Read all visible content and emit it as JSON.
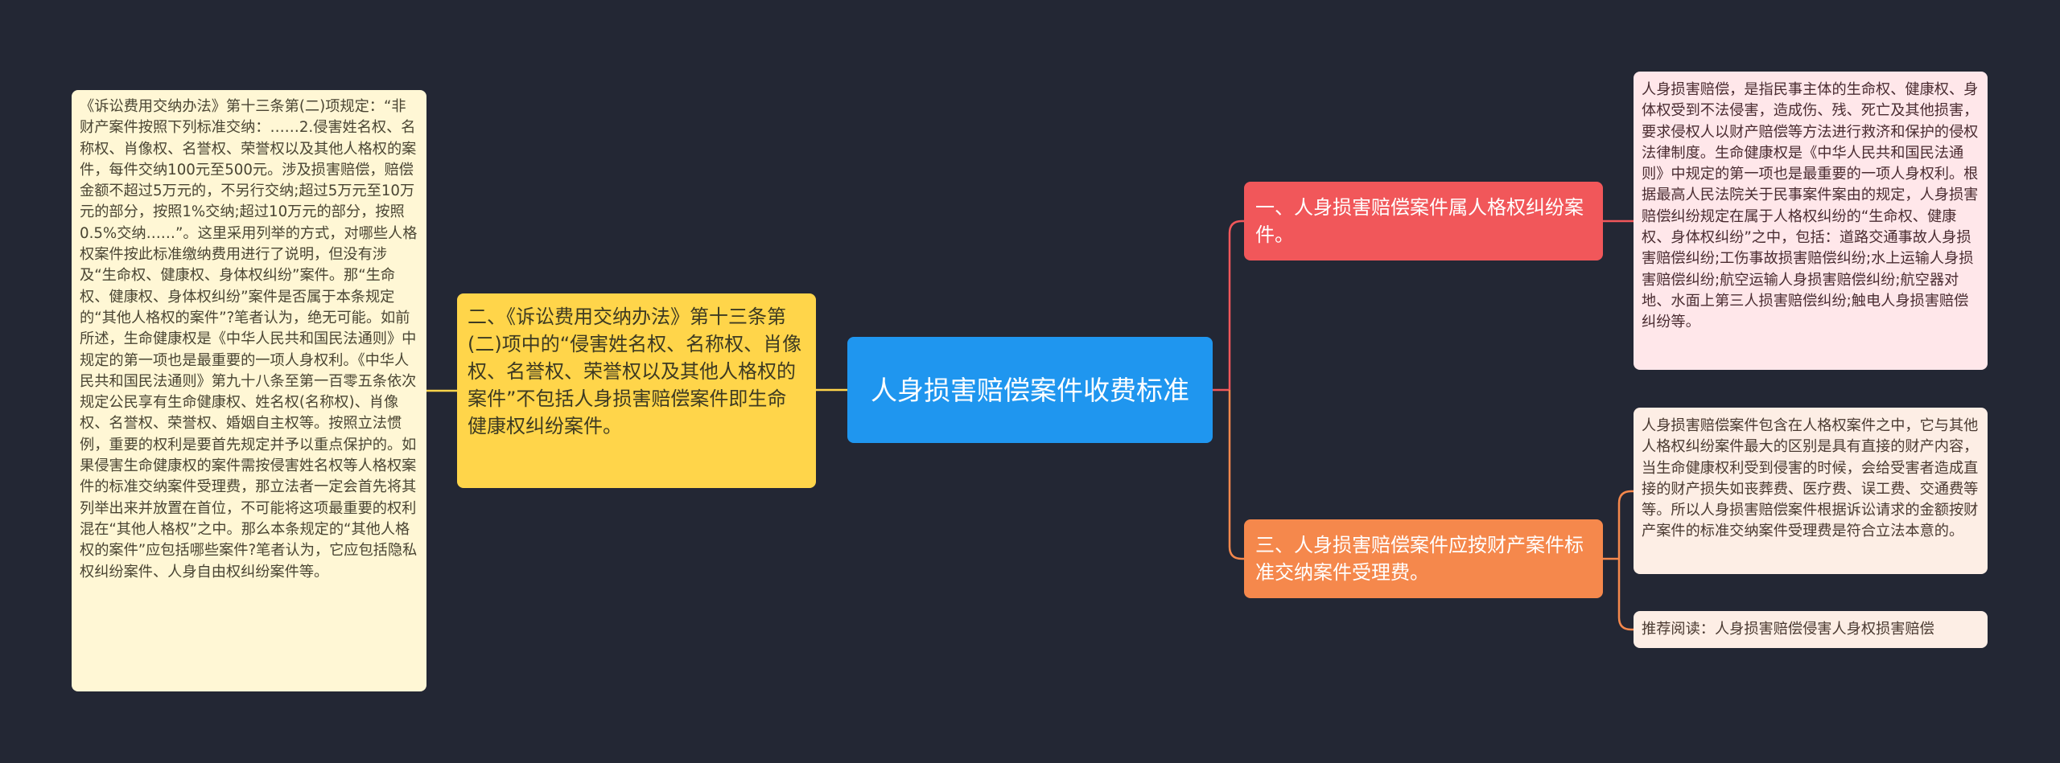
{
  "root": {
    "label": "人身损害赔偿案件收费标准"
  },
  "branches": {
    "left": {
      "label": "二、《诉讼费用交纳办法》第十三条第(二)项中的“侵害姓名权、名称权、肖像权、名誉权、荣誉权以及其他人格权的案件”不包括人身损害赔偿案件即生命健康权纠纷案件。",
      "detail": "《诉讼费用交纳办法》第十三条第(二)项规定：“非财产案件按照下列标准交纳：……2.侵害姓名权、名称权、肖像权、名誉权、荣誉权以及其他人格权的案件，每件交纳100元至500元。涉及损害赔偿，赔偿金额不超过5万元的，不另行交纳;超过5万元至10万元的部分，按照1%交纳;超过10万元的部分，按照0.5%交纳……”。这里采用列举的方式，对哪些人格权案件按此标准缴纳费用进行了说明，但没有涉及“生命权、健康权、身体权纠纷”案件。那“生命权、健康权、身体权纠纷”案件是否属于本条规定的“其他人格权的案件”?笔者认为，绝无可能。如前所述，生命健康权是《中华人民共和国民法通则》中规定的第一项也是最重要的一项人身权利。《中华人民共和国民法通则》第九十八条至第一百零五条依次规定公民享有生命健康权、姓名权(名称权)、肖像权、名誉权、荣誉权、婚姻自主权等。按照立法惯例，重要的权利是要首先规定并予以重点保护的。如果侵害生命健康权的案件需按侵害姓名权等人格权案件的标准交纳案件受理费，那立法者一定会首先将其列举出来并放置在首位，不可能将这项最重要的权利混在“其他人格权”之中。那么本条规定的“其他人格权的案件”应包括哪些案件?笔者认为，它应包括隐私权纠纷案件、人身自由权纠纷案件等。"
    },
    "right1": {
      "label": "一、人身损害赔偿案件属人格权纠纷案件。",
      "detail": "人身损害赔偿，是指民事主体的生命权、健康权、身体权受到不法侵害，造成伤、残、死亡及其他损害，要求侵权人以财产赔偿等方法进行救济和保护的侵权法律制度。生命健康权是《中华人民共和国民法通则》中规定的第一项也是最重要的一项人身权利。根据最高人民法院关于民事案件案由的规定，人身损害赔偿纠纷规定在属于人格权纠纷的“生命权、健康权、身体权纠纷”之中，包括：道路交通事故人身损害赔偿纠纷;工伤事故损害赔偿纠纷;水上运输人身损害赔偿纠纷;航空运输人身损害赔偿纠纷;航空器对地、水面上第三人损害赔偿纠纷;触电人身损害赔偿纠纷等。"
    },
    "right3": {
      "label": "三、人身损害赔偿案件应按财产案件标准交纳案件受理费。",
      "detail": "人身损害赔偿案件包含在人格权案件之中，它与其他人格权纠纷案件最大的区别是具有直接的财产内容，当生命健康权利受到侵害的时候，会给受害者造成直接的财产损失如丧葬费、医疗费、误工费、交通费等等。所以人身损害赔偿案件根据诉讼请求的金额按财产案件的标准交纳案件受理费是符合立法本意的。",
      "related": "推荐阅读：人身损害赔偿侵害人身权损害赔偿"
    }
  },
  "colors": {
    "background": "#232734",
    "root": "#1f96ef",
    "left_branch": "#ffd54a",
    "right1_branch": "#f1575a",
    "right3_branch": "#f5884c"
  }
}
